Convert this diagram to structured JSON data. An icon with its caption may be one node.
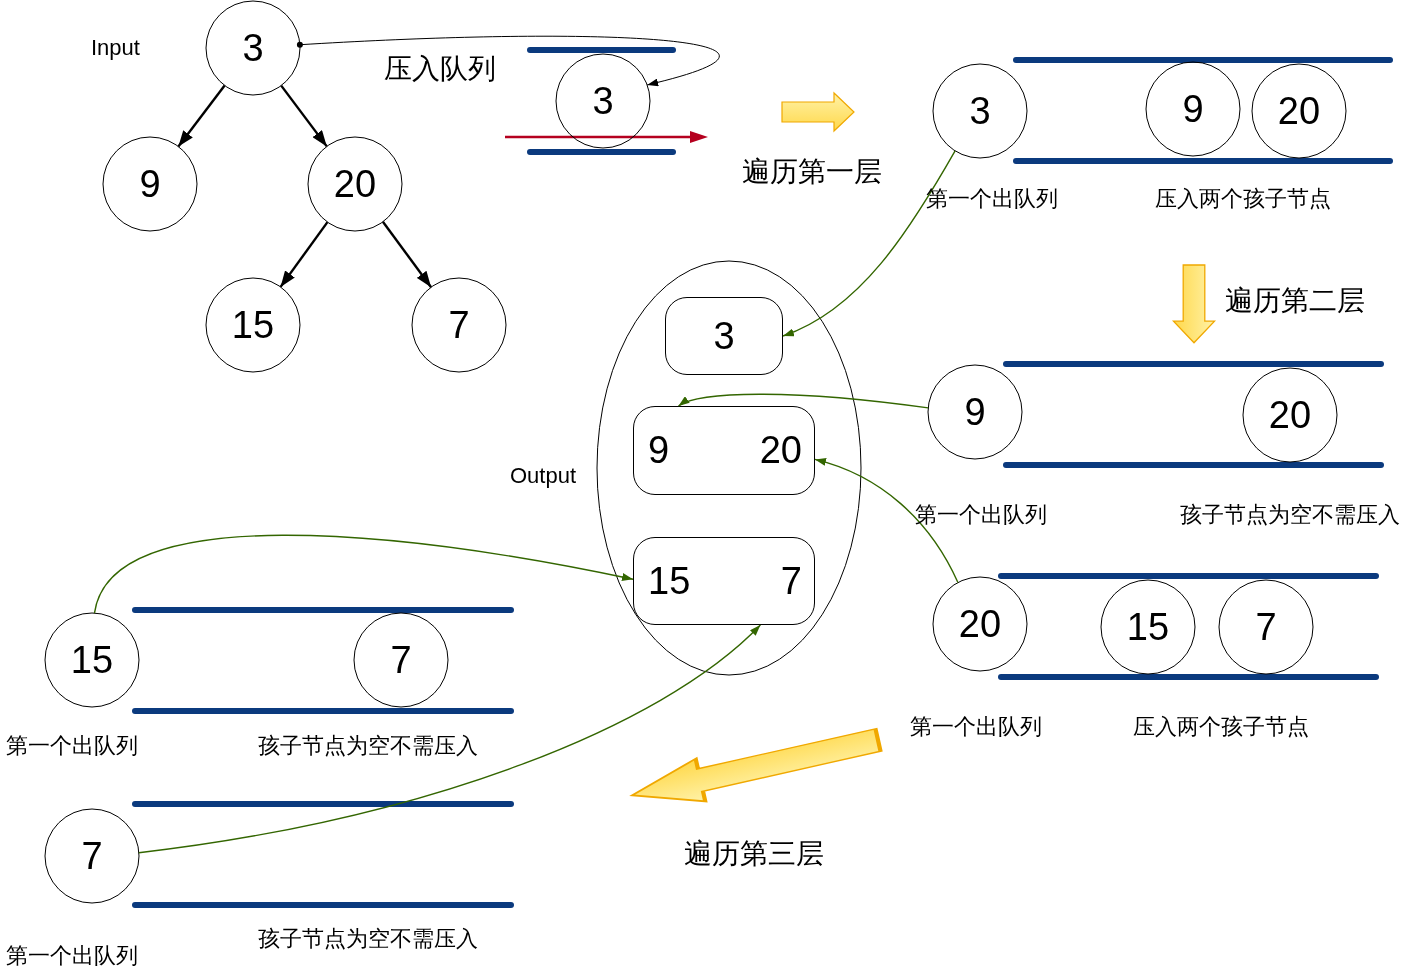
{
  "diagram": {
    "nodes": [
      {
        "text": [
          "3"
        ]
      },
      {
        "text": [
          "9"
        ]
      },
      {
        "text": [
          "20"
        ]
      },
      {
        "text": [
          "15"
        ]
      },
      {
        "text": [
          "7"
        ]
      },
      {
        "text": [
          "3"
        ]
      },
      {
        "text": [
          "3"
        ]
      },
      {
        "text": [
          "9"
        ]
      },
      {
        "text": [
          "20"
        ]
      },
      {
        "text": [
          "9"
        ]
      },
      {
        "text": [
          "20"
        ]
      },
      {
        "text": [
          "20"
        ]
      },
      {
        "text": [
          "15"
        ]
      },
      {
        "text": [
          "7"
        ]
      },
      {
        "text": [
          "15"
        ]
      },
      {
        "text": [
          "7"
        ]
      },
      {
        "text": [
          "7"
        ]
      },
      {
        "text": [
          "Output"
        ]
      },
      {
        "text": [
          "3"
        ],
        "in": 17
      },
      {
        "text": [
          "9",
          "20"
        ],
        "in": 17
      },
      {
        "text": [
          "15",
          "7"
        ],
        "in": 17
      }
    ],
    "edges": [
      {
        "from": 0,
        "to": 1,
        "arrow": "to"
      },
      {
        "from": 0,
        "to": 2,
        "arrow": "to"
      },
      {
        "from": 2,
        "to": 3,
        "arrow": "to"
      },
      {
        "from": 2,
        "to": 4,
        "arrow": "to"
      },
      {
        "from": 0,
        "to": 5,
        "arrow": "to"
      },
      {
        "from": 6,
        "to": 18,
        "arrow": "to",
        "color": "#336600"
      },
      {
        "from": 9,
        "to": 19,
        "arrow": "to",
        "color": "#336600"
      },
      {
        "from": 11,
        "to": 19,
        "arrow": "to",
        "color": "#336600"
      },
      {
        "from": 14,
        "to": 20,
        "arrow": "to",
        "color": "#336600"
      },
      {
        "from": 16,
        "to": 20,
        "arrow": "to",
        "color": "#336600"
      }
    ],
    "labels": [
      "Input",
      "压入队列",
      "遍历第一层",
      "第一个出队列",
      "压入两个孩子节点",
      "遍历第二层",
      "第一个出队列",
      "孩子节点为空不需压入",
      "第一个出队列",
      "压入两个孩子节点",
      "第一个出队列",
      "孩子节点为空不需压入",
      "遍历第三层",
      "孩子节点为空不需压入",
      "第一个出队列"
    ]
  }
}
